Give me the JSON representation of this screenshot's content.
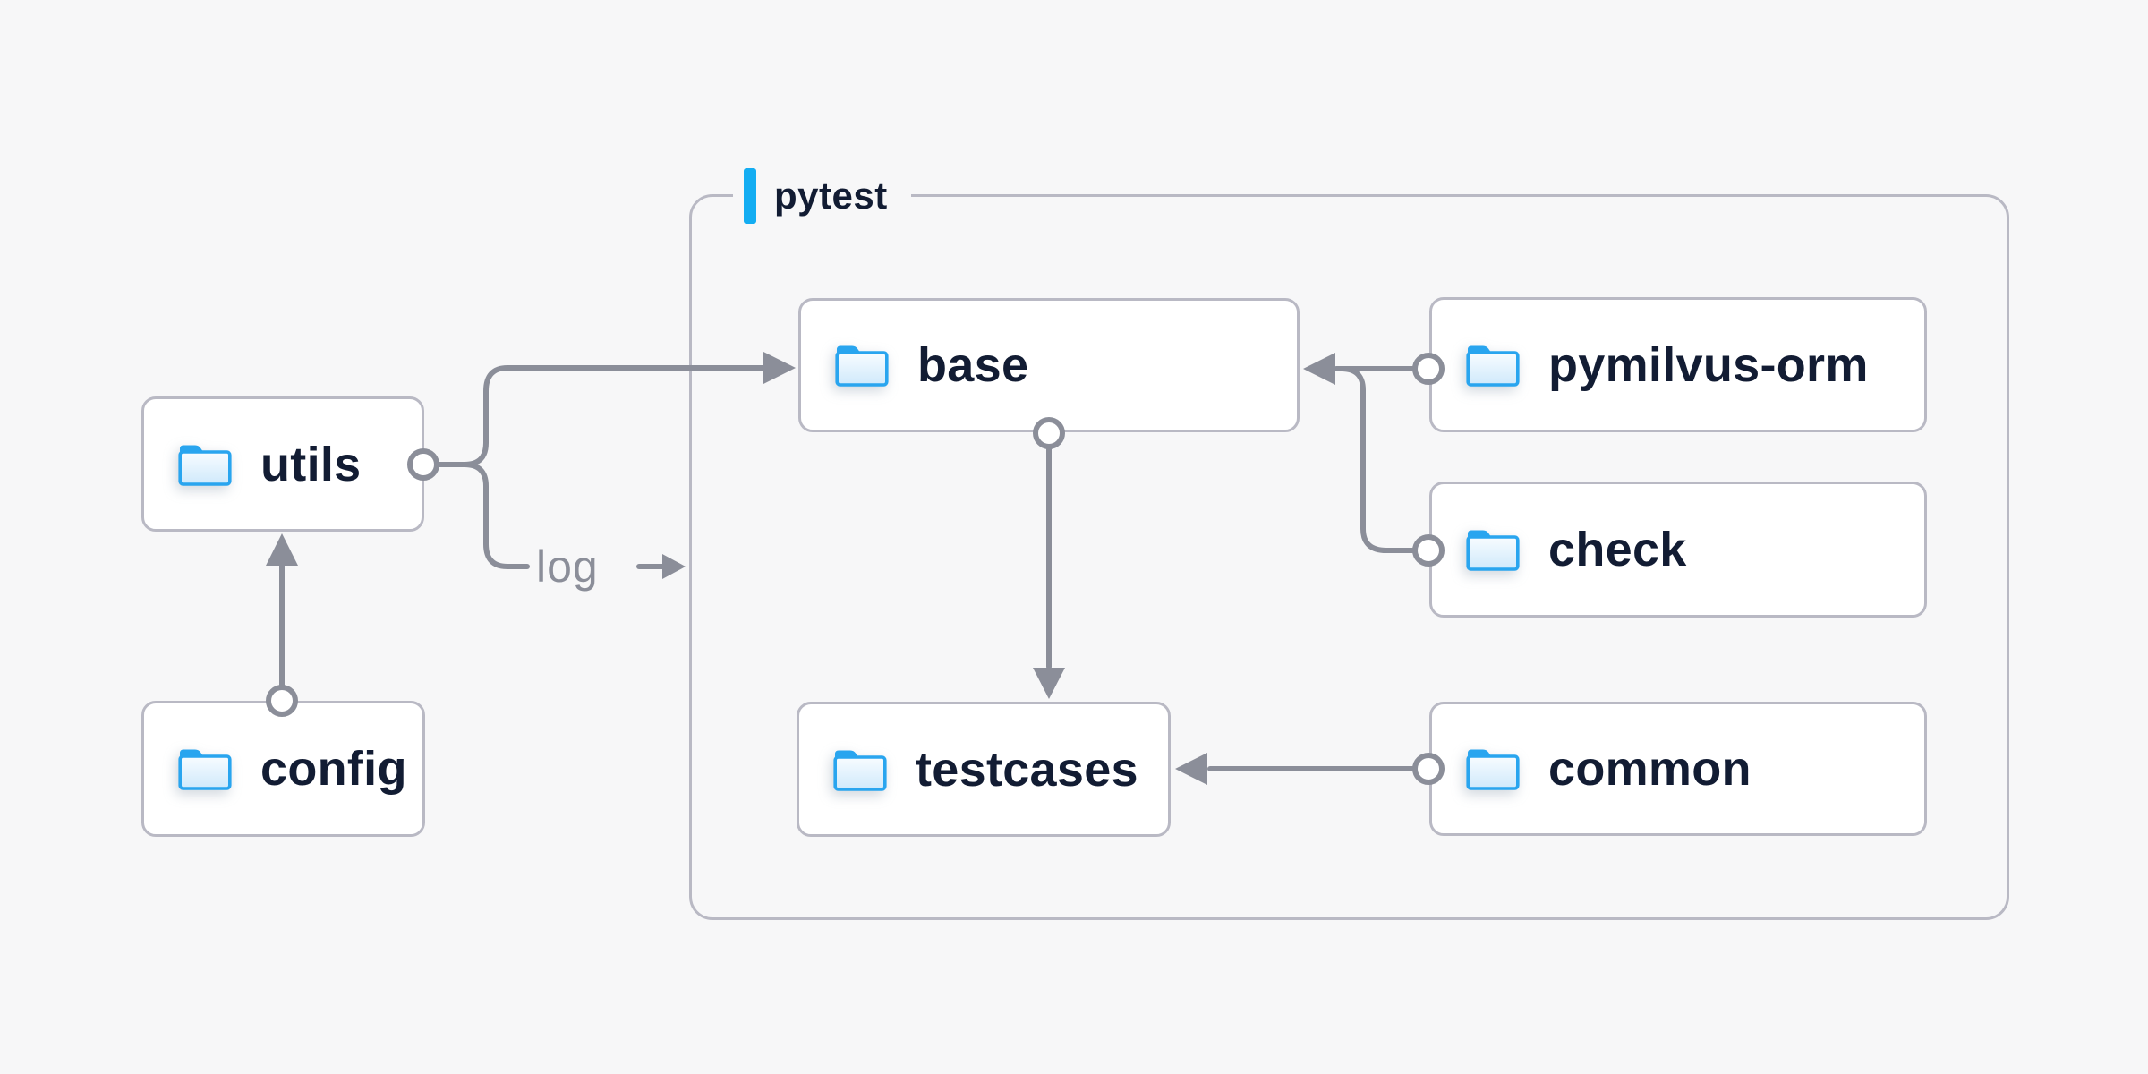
{
  "canvas": {
    "background": "#f7f7f8"
  },
  "group": {
    "label": "pytest",
    "accent_color": "#14adf2"
  },
  "nodes": [
    {
      "id": "utils",
      "label": "utils",
      "icon": "folder-icon"
    },
    {
      "id": "config",
      "label": "config",
      "icon": "folder-icon"
    },
    {
      "id": "base",
      "label": "base",
      "icon": "folder-icon"
    },
    {
      "id": "pymilvus-orm",
      "label": "pymilvus-orm",
      "icon": "folder-icon"
    },
    {
      "id": "check",
      "label": "check",
      "icon": "folder-icon"
    },
    {
      "id": "testcases",
      "label": "testcases",
      "icon": "folder-icon"
    },
    {
      "id": "common",
      "label": "common",
      "icon": "folder-icon"
    }
  ],
  "edge_label": {
    "text": "log"
  },
  "edges": [
    {
      "from": "config",
      "to": "utils"
    },
    {
      "from": "utils",
      "to": "base"
    },
    {
      "from": "utils",
      "to": "log-label"
    },
    {
      "from": "pymilvus-orm",
      "to": "base"
    },
    {
      "from": "check",
      "to": "base"
    },
    {
      "from": "base",
      "to": "testcases"
    },
    {
      "from": "common",
      "to": "testcases"
    }
  ],
  "colors": {
    "background": "#f7f7f8",
    "node_fill": "#ffffff",
    "node_border": "#b9b9c4",
    "group_border": "#b9b9c4",
    "wire": "#8b8e99",
    "text": "#121c33",
    "muted_text": "#8b8e99",
    "accent_blue": "#14adf2",
    "folder_blue": "#29a5ef"
  }
}
